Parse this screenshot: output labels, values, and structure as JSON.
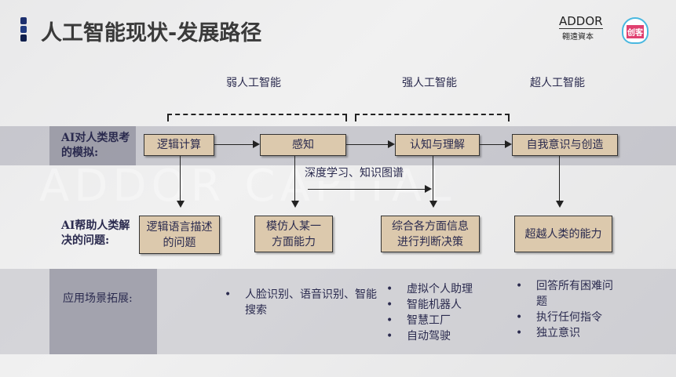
{
  "header": {
    "title": "人工智能现状-发展路径",
    "logo_text": "ADDOR",
    "logo_sub": "翱遠資本",
    "logo2": "创客"
  },
  "watermark": "ADDOR CAPITAL",
  "stages": [
    "弱人工智能",
    "强人工智能",
    "超人工智能"
  ],
  "row1": {
    "label": "AI对人类思考的模拟:",
    "boxes": [
      "逻辑计算",
      "感知",
      "认知与理解",
      "自我意识与创造"
    ]
  },
  "path_note": "深度学习、知识图谱",
  "row2": {
    "label": "AI帮助人类解决的问题:",
    "boxes": [
      "逻辑语言描述的问题",
      "模仿人某一方面能力",
      "综合各方面信息进行判断决策",
      "超越人类的能力"
    ]
  },
  "apps": {
    "label": "应用场景拓展:",
    "col1": [
      "人脸识别、语音识别、智能搜索"
    ],
    "col2": [
      "虚拟个人助理",
      "智能机器人",
      "智慧工厂",
      "自动驾驶"
    ],
    "col3": [
      "回答所有困难问题",
      "执行任何指令",
      "独立意识"
    ]
  }
}
